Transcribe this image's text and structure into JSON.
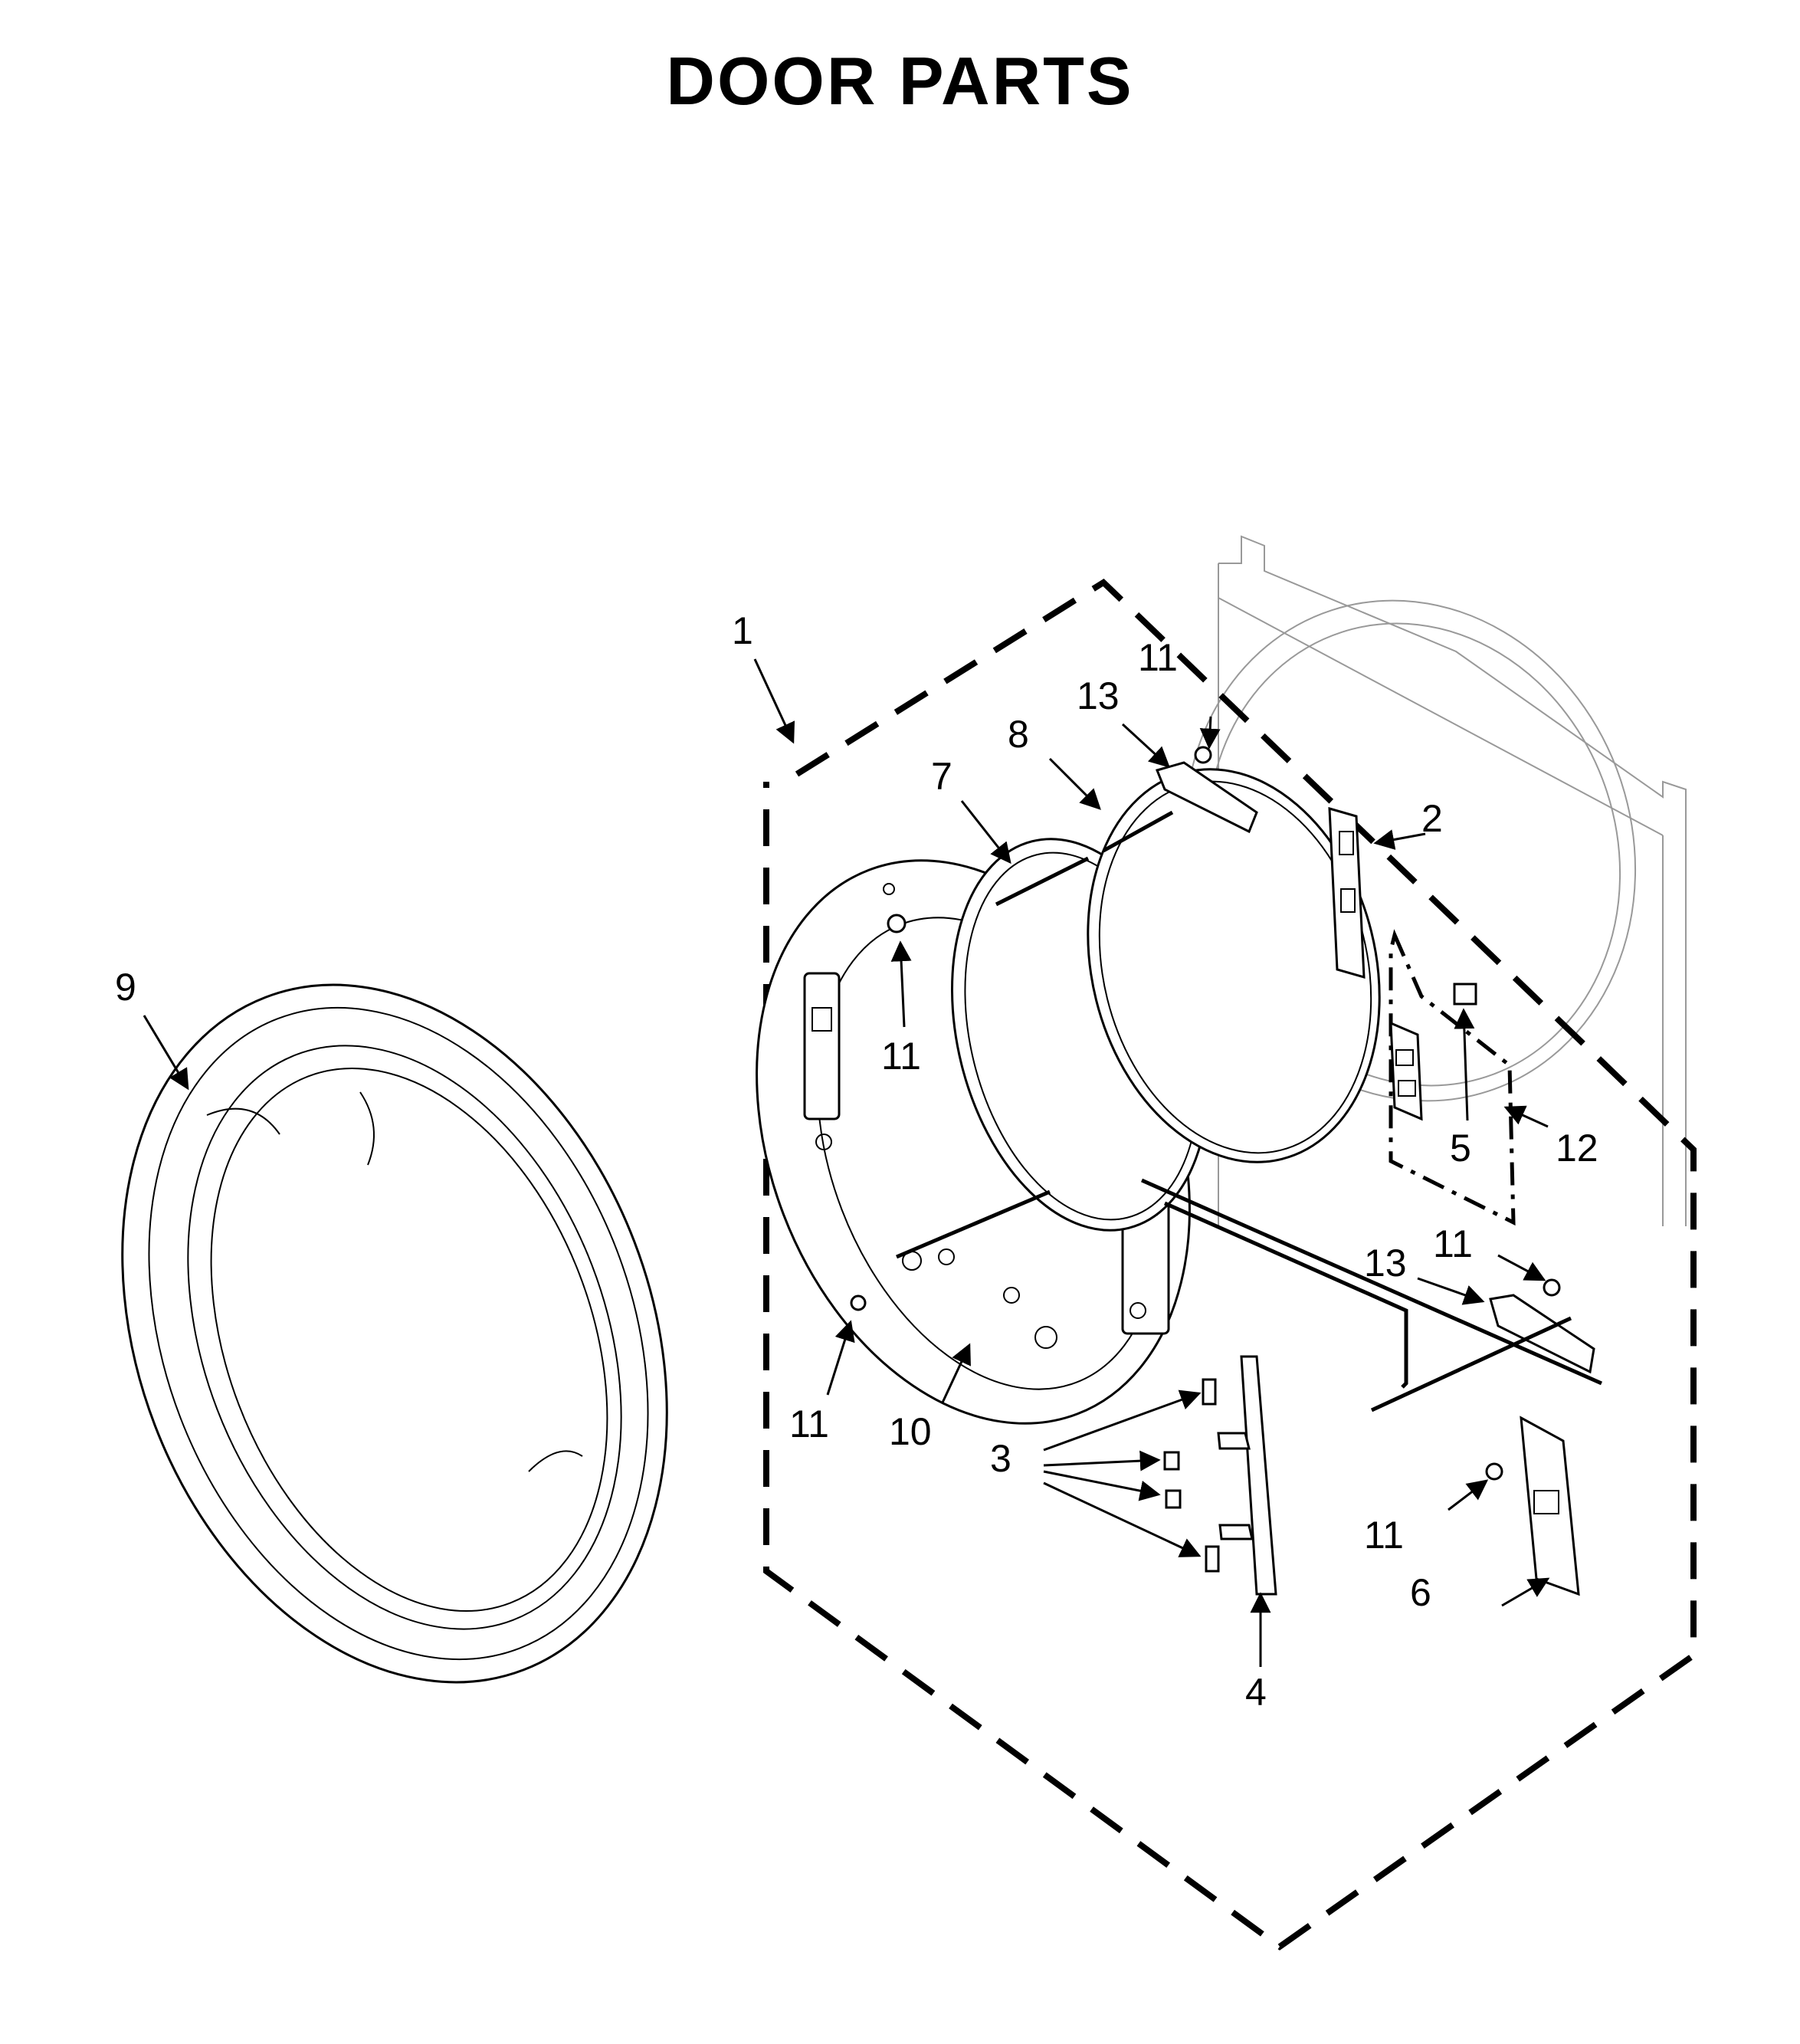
{
  "title": "DOOR PARTS",
  "callouts": [
    {
      "id": "c1",
      "label": "1"
    },
    {
      "id": "c2",
      "label": "2"
    },
    {
      "id": "c3",
      "label": "3"
    },
    {
      "id": "c4",
      "label": "4"
    },
    {
      "id": "c5",
      "label": "5"
    },
    {
      "id": "c6",
      "label": "6"
    },
    {
      "id": "c7",
      "label": "7"
    },
    {
      "id": "c8",
      "label": "8"
    },
    {
      "id": "c9",
      "label": "9"
    },
    {
      "id": "c10",
      "label": "10"
    },
    {
      "id": "c11a",
      "label": "11"
    },
    {
      "id": "c11b",
      "label": "11"
    },
    {
      "id": "c11c",
      "label": "11"
    },
    {
      "id": "c11d",
      "label": "11"
    },
    {
      "id": "c11e",
      "label": "11"
    },
    {
      "id": "c12",
      "label": "12"
    },
    {
      "id": "c13a",
      "label": "13"
    },
    {
      "id": "c13b",
      "label": "13"
    }
  ]
}
